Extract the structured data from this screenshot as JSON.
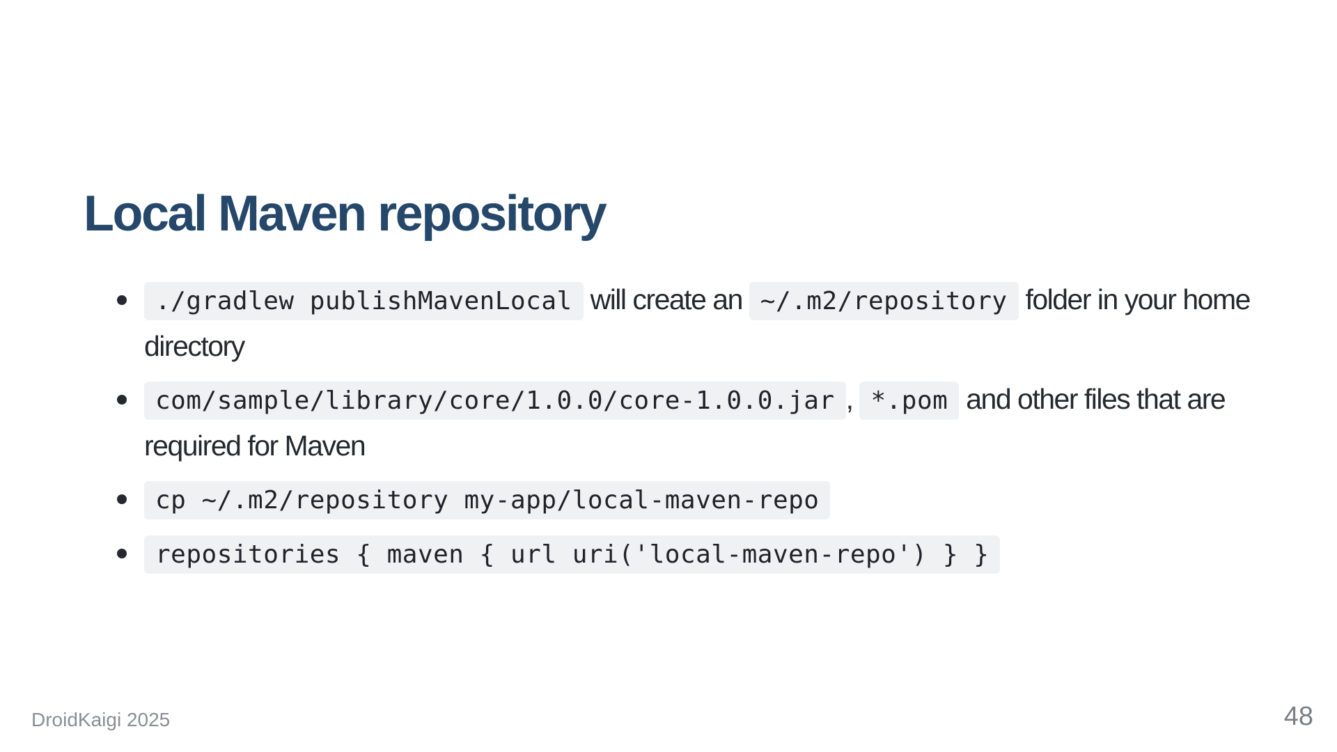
{
  "slide": {
    "title": "Local Maven repository",
    "bullets": [
      {
        "code1": "./gradlew publishMavenLocal",
        "text1": " will create an ",
        "code2": "~/.m2/repository",
        "text2": " folder in your home directory"
      },
      {
        "code1": "com/sample/library/core/1.0.0/core-1.0.0.jar",
        "text1": ", ",
        "code2": "*.pom",
        "text2": " and other files that are required for Maven"
      },
      {
        "code1": "cp ~/.m2/repository my-app/local-maven-repo"
      },
      {
        "code1": "repositories { maven { url uri('local-maven-repo') } }"
      }
    ]
  },
  "footer": {
    "event": "DroidKaigi 2025",
    "page_number": "48"
  },
  "colors": {
    "title": "#25476a",
    "body_text": "#24292f",
    "code_background": "#eff1f3",
    "footer_text": "#8a8f94"
  }
}
